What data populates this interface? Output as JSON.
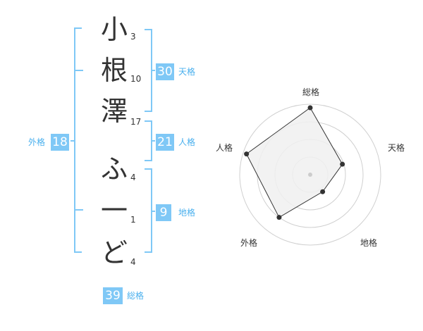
{
  "name_chars": [
    {
      "char": "小",
      "strokes": "3"
    },
    {
      "char": "根",
      "strokes": "10"
    },
    {
      "char": "澤",
      "strokes": "17"
    },
    {
      "char": "ふ",
      "strokes": "4"
    },
    {
      "char": "一",
      "strokes": "1"
    },
    {
      "char": "ど",
      "strokes": "4"
    }
  ],
  "kaku": {
    "tenkaku": {
      "label": "天格",
      "value": "30"
    },
    "jinkaku": {
      "label": "人格",
      "value": "21"
    },
    "chikaku": {
      "label": "地格",
      "value": "9"
    },
    "gaikaku": {
      "label": "外格",
      "value": "18"
    },
    "soukaku": {
      "label": "総格",
      "value": "39"
    }
  },
  "radar": {
    "axes": [
      "総格",
      "天格",
      "地格",
      "外格",
      "人格"
    ],
    "values": [
      0.95,
      0.48,
      0.3,
      0.75,
      0.95
    ],
    "rings": 4,
    "color_bracket": "#7fc8f6",
    "color_fill": "#f0f0f0"
  }
}
